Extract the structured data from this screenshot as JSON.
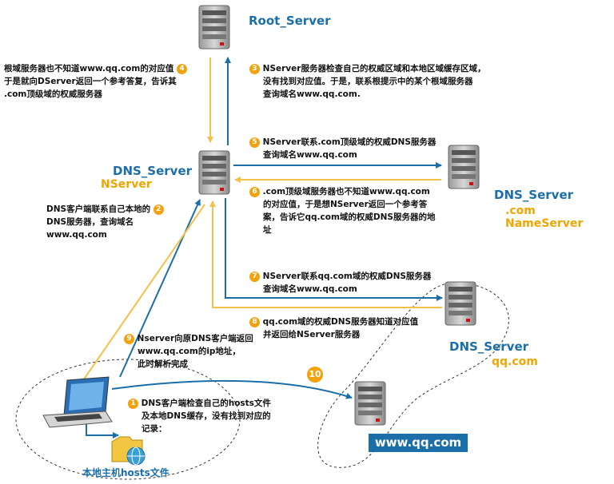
{
  "colors": {
    "blue": "#1b6ea8",
    "orange": "#f2a20c",
    "arrow_orange": "#f5c04a"
  },
  "servers": {
    "root": {
      "name": "Root_Server"
    },
    "nserver": {
      "name": "DNS_Server",
      "sub": "NServer"
    },
    "com": {
      "name": "DNS_Server",
      "sub": ".com NameServer"
    },
    "qq": {
      "name": "DNS_Server",
      "sub": "qq.com"
    },
    "www": {
      "name": "www.qq.com"
    }
  },
  "hosts_file": {
    "label": "本地主机hosts文件"
  },
  "steps": [
    {
      "num": "1",
      "lines": [
        "DNS客户端检查自己的hosts文件",
        "及本地DNS缓存，没有找到对应的",
        "记录："
      ]
    },
    {
      "num": "2",
      "lines": [
        "DNS客户端联系自己本地的",
        "DNS服务器，查询域名",
        "www.qq.com"
      ]
    },
    {
      "num": "3",
      "lines": [
        "NServer服务器检查自己的权威区域和本地区域缓存区域，",
        "没有找到对应值。于是，联系根提示中的某个根域服务器",
        "查询域名www.qq.com."
      ]
    },
    {
      "num": "4",
      "lines": [
        "根域服务器也不知道www.qq.com的对应值",
        "于是就向DServer返回一个参考答复，告诉其",
        ".com顶级域的权威服务器"
      ]
    },
    {
      "num": "5",
      "lines": [
        "NServer联系.com顶级域的权威DNS服务器",
        "查询域名www.qq.com"
      ]
    },
    {
      "num": "6",
      "lines": [
        ".com顶级域服务器也不知道www.qq.com",
        "的对应值，于是想NServer返回一个参考答",
        "案，告诉它qq.com域的权威DNS服务器的地",
        "址"
      ]
    },
    {
      "num": "7",
      "lines": [
        "NServer联系qq.com域的权威DNS服务器",
        "查询域名www.qq.com"
      ]
    },
    {
      "num": "8",
      "lines": [
        "qq.com域的权威DNS服务器知道对应值",
        "并返回给NServer服务器"
      ]
    },
    {
      "num": "9",
      "lines": [
        "Nserver向原DNS客户端返回",
        "www.qq.com的ip地址，",
        "此时解析完成"
      ]
    },
    {
      "num": "10",
      "lines": []
    }
  ],
  "icons": [
    "server-icon",
    "laptop-icon",
    "folder-globe-icon"
  ]
}
